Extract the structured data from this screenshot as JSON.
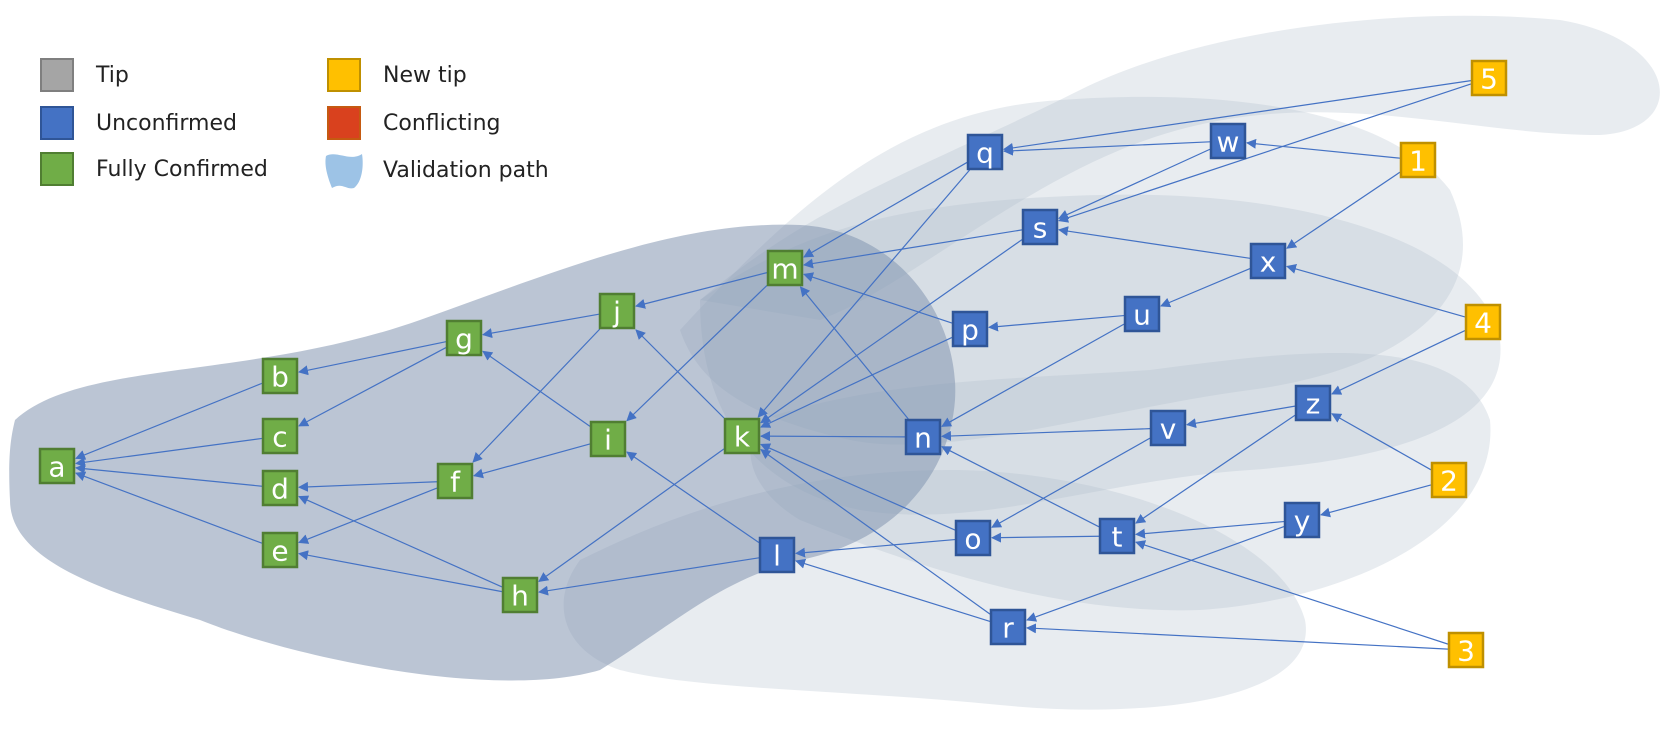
{
  "legend": [
    {
      "label": "Tip",
      "fill": "#a5a5a5",
      "stroke": "#7f7f7f",
      "kind": "square"
    },
    {
      "label": "New tip",
      "fill": "#ffc000",
      "stroke": "#bf9000",
      "kind": "square"
    },
    {
      "label": "Unconfirmed",
      "fill": "#4472c4",
      "stroke": "#2f5597",
      "kind": "square"
    },
    {
      "label": "Conflicting",
      "fill": "#d9411e",
      "stroke": "#c55a11",
      "kind": "square"
    },
    {
      "label": "Fully Confirmed",
      "fill": "#70ad47",
      "stroke": "#507e32",
      "kind": "square"
    },
    {
      "label": "Validation path",
      "fill": "#9dc3e6",
      "stroke": "#9dc3e6",
      "kind": "blob"
    }
  ],
  "colors": {
    "confirmed_fill": "#70ad47",
    "confirmed_stroke": "#507e32",
    "unconfirmed_fill": "#4472c4",
    "unconfirmed_stroke": "#2f5597",
    "newtip_fill": "#ffc000",
    "newtip_stroke": "#bf9000",
    "edge": "#4472c4"
  },
  "nodes": [
    {
      "id": "a",
      "status": "confirmed"
    },
    {
      "id": "b",
      "status": "confirmed"
    },
    {
      "id": "c",
      "status": "confirmed"
    },
    {
      "id": "d",
      "status": "confirmed"
    },
    {
      "id": "e",
      "status": "confirmed"
    },
    {
      "id": "f",
      "status": "confirmed"
    },
    {
      "id": "g",
      "status": "confirmed"
    },
    {
      "id": "h",
      "status": "confirmed"
    },
    {
      "id": "i",
      "status": "confirmed"
    },
    {
      "id": "j",
      "status": "confirmed"
    },
    {
      "id": "k",
      "status": "confirmed"
    },
    {
      "id": "m",
      "status": "confirmed"
    },
    {
      "id": "l",
      "status": "unconfirmed"
    },
    {
      "id": "n",
      "status": "unconfirmed"
    },
    {
      "id": "o",
      "status": "unconfirmed"
    },
    {
      "id": "p",
      "status": "unconfirmed"
    },
    {
      "id": "q",
      "status": "unconfirmed"
    },
    {
      "id": "r",
      "status": "unconfirmed"
    },
    {
      "id": "s",
      "status": "unconfirmed"
    },
    {
      "id": "t",
      "status": "unconfirmed"
    },
    {
      "id": "u",
      "status": "unconfirmed"
    },
    {
      "id": "v",
      "status": "unconfirmed"
    },
    {
      "id": "w",
      "status": "unconfirmed"
    },
    {
      "id": "x",
      "status": "unconfirmed"
    },
    {
      "id": "y",
      "status": "unconfirmed"
    },
    {
      "id": "z",
      "status": "unconfirmed"
    },
    {
      "id": "1",
      "status": "newtip"
    },
    {
      "id": "2",
      "status": "newtip"
    },
    {
      "id": "3",
      "status": "newtip"
    },
    {
      "id": "4",
      "status": "newtip"
    },
    {
      "id": "5",
      "status": "newtip"
    }
  ],
  "edges": [
    [
      "b",
      "a"
    ],
    [
      "c",
      "a"
    ],
    [
      "d",
      "a"
    ],
    [
      "e",
      "a"
    ],
    [
      "g",
      "b"
    ],
    [
      "g",
      "c"
    ],
    [
      "f",
      "d"
    ],
    [
      "f",
      "e"
    ],
    [
      "h",
      "d"
    ],
    [
      "h",
      "e"
    ],
    [
      "j",
      "g"
    ],
    [
      "j",
      "f"
    ],
    [
      "i",
      "g"
    ],
    [
      "i",
      "f"
    ],
    [
      "m",
      "j"
    ],
    [
      "m",
      "i"
    ],
    [
      "k",
      "j"
    ],
    [
      "k",
      "h"
    ],
    [
      "l",
      "i"
    ],
    [
      "l",
      "h"
    ],
    [
      "q",
      "m"
    ],
    [
      "q",
      "k"
    ],
    [
      "s",
      "m"
    ],
    [
      "s",
      "k"
    ],
    [
      "p",
      "m"
    ],
    [
      "p",
      "k"
    ],
    [
      "n",
      "m"
    ],
    [
      "n",
      "k"
    ],
    [
      "o",
      "k"
    ],
    [
      "r",
      "k"
    ],
    [
      "o",
      "l"
    ],
    [
      "r",
      "l"
    ],
    [
      "w",
      "q"
    ],
    [
      "w",
      "s"
    ],
    [
      "5",
      "q"
    ],
    [
      "5",
      "s"
    ],
    [
      "x",
      "s"
    ],
    [
      "x",
      "u"
    ],
    [
      "u",
      "p"
    ],
    [
      "u",
      "n"
    ],
    [
      "v",
      "n"
    ],
    [
      "v",
      "o"
    ],
    [
      "t",
      "n"
    ],
    [
      "t",
      "o"
    ],
    [
      "z",
      "v"
    ],
    [
      "z",
      "t"
    ],
    [
      "y",
      "t"
    ],
    [
      "y",
      "r"
    ],
    [
      "3",
      "t"
    ],
    [
      "3",
      "r"
    ],
    [
      "1",
      "w"
    ],
    [
      "1",
      "x"
    ],
    [
      "4",
      "x"
    ],
    [
      "4",
      "z"
    ],
    [
      "2",
      "z"
    ],
    [
      "2",
      "y"
    ]
  ]
}
